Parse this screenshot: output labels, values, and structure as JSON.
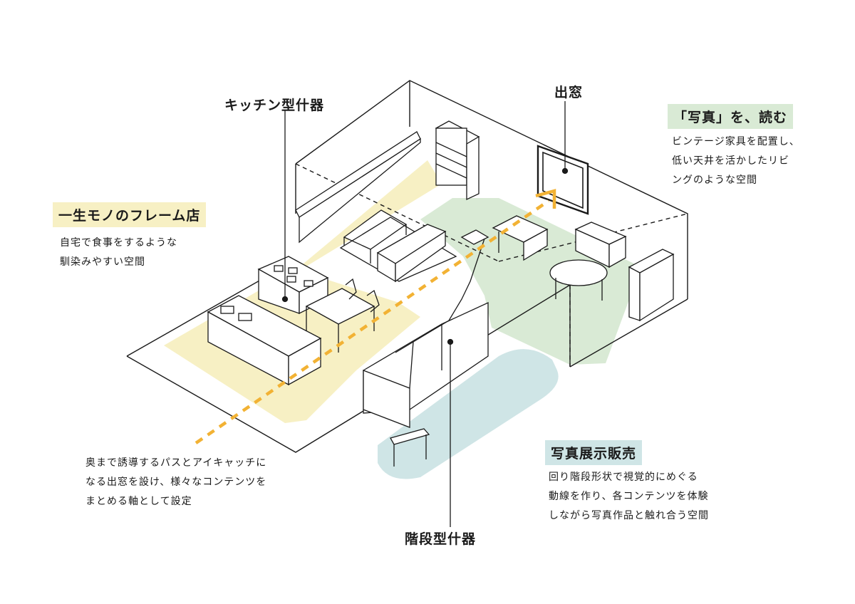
{
  "colors": {
    "zone_yellow": "#f7f0c4",
    "zone_green": "#d9ead5",
    "zone_blue": "#cfe5e6",
    "path_orange": "#f2b234",
    "line": "#1a1a1a"
  },
  "labels": {
    "kitchen_fixture": "キッチン型什器",
    "bay_window": "出窓",
    "stair_fixture": "階段型什器"
  },
  "zones": {
    "frame_shop": {
      "title": "一生モノのフレーム店",
      "lines": [
        "自宅で食事をするような",
        "馴染みやすい空間"
      ]
    },
    "read_photos": {
      "title": "「写真」を、読む",
      "lines": [
        "ビンテージ家具を配置し、",
        "低い天井を活かしたリビ",
        "ングのような空間"
      ]
    },
    "photo_exhibit": {
      "title": "写真展示販売",
      "lines": [
        "回り階段形状で視覚的にめぐる",
        "動線を作り、各コンテンツを体験",
        "しながら写真作品と触れ合う空間"
      ]
    }
  },
  "path_note": {
    "lines": [
      "奥まで誘導するパスとアイキャッチに",
      "なる出窓を設け、様々なコンテンツを",
      "まとめる軸として設定"
    ]
  }
}
